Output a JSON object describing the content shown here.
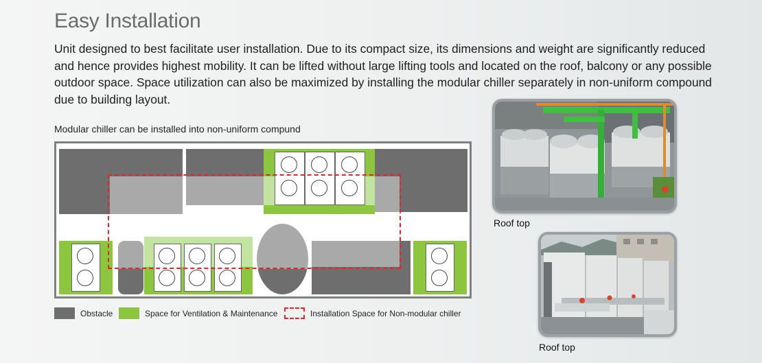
{
  "title": "Easy Installation",
  "intro": "Unit designed to best facilitate user installation. Due to its compact size, its dimensions and weight are significantly reduced and hence provides highest mobility. It can be lifted without large lifting tools and located on the roof, balcony or any possible outdoor space. Space utilization can also be maximized by installing the modular chiller separately in non-uniform compound due to building layout.",
  "diagram": {
    "caption": "Modular chiller can be installed into non-uniform compund"
  },
  "legend": {
    "obstacle": "Obstacle",
    "ventilation": "Space for Ventilation & Maintenance",
    "installation": "Installation Space for Non-modular chiller"
  },
  "colors": {
    "obstacle": "#6e6e6e",
    "ventilation": "#8cc63f",
    "installation_dash": "#e2262b"
  },
  "photos": [
    {
      "caption": "Roof top"
    },
    {
      "caption": "Roof top"
    }
  ]
}
